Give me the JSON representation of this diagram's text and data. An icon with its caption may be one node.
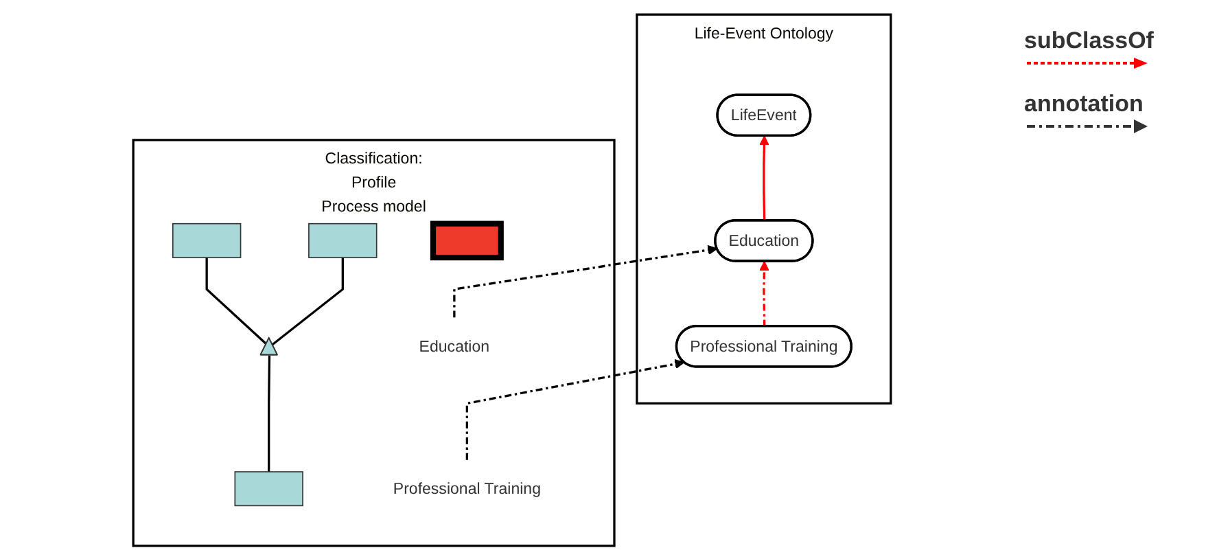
{
  "diagram": {
    "nodes": [
      {
        "text": [
          "Life-Event Ontology"
        ]
      },
      {
        "text": [
          "LifeEvent"
        ],
        "in": 0
      },
      {
        "text": [
          "Education"
        ],
        "in": 0
      },
      {
        "text": [
          "Professional Training"
        ],
        "in": 0
      },
      {
        "text": [
          "Classification:",
          "Profile",
          "Process model"
        ]
      },
      {
        "text": [
          "Education"
        ],
        "in": 4
      },
      {
        "text": [
          "Professional Training"
        ],
        "in": 4
      },
      {
        "text": [],
        "shape": "box",
        "in": 4
      },
      {
        "text": [],
        "shape": "triangle",
        "in": 4
      },
      {
        "text": [],
        "shape": "box",
        "in": 4
      },
      {
        "text": [],
        "shape": "box",
        "in": 4
      },
      {
        "text": [],
        "shape": "box",
        "in": 4
      }
    ],
    "edges": [
      {
        "from": 2,
        "to": 1,
        "arrow": "to",
        "color": "#ff0000"
      },
      {
        "from": 3,
        "to": 2,
        "arrow": "to",
        "style": "dashed",
        "color": "#ff0000"
      },
      {
        "from": 5,
        "to": 2,
        "arrow": "to",
        "style": "dashed"
      },
      {
        "from": 6,
        "to": 3,
        "arrow": "to",
        "style": "dashed"
      },
      {
        "from": 7,
        "to": 8,
        "arrow": "none"
      },
      {
        "from": 8,
        "to": 9,
        "arrow": "none"
      },
      {
        "from": 8,
        "to": 10,
        "arrow": "none"
      }
    ],
    "legend": [
      {
        "text": "subClassOf"
      },
      {
        "text": "annotation"
      }
    ]
  }
}
